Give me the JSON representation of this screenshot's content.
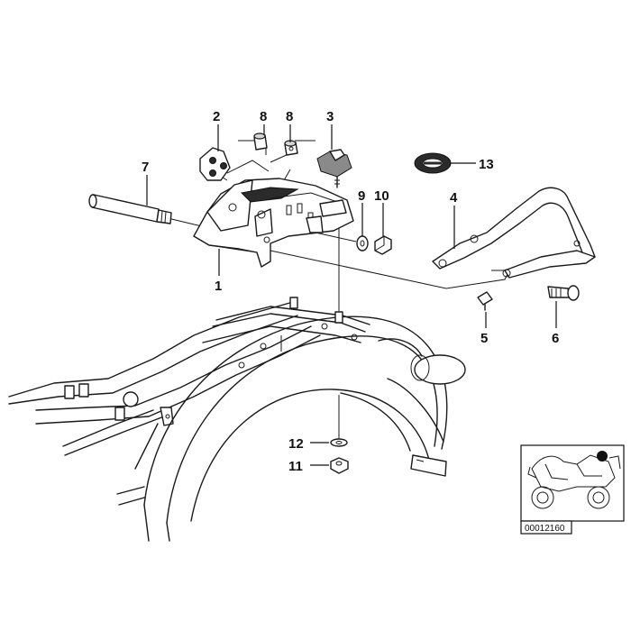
{
  "callouts": {
    "c1": "1",
    "c2": "2",
    "c3": "3",
    "c4": "4",
    "c5": "5",
    "c6": "6",
    "c7": "7",
    "c8a": "8",
    "c8b": "8",
    "c9": "9",
    "c10": "10",
    "c11": "11",
    "c12": "12",
    "c13": "13"
  },
  "inset": {
    "ref_code": "00012160"
  }
}
